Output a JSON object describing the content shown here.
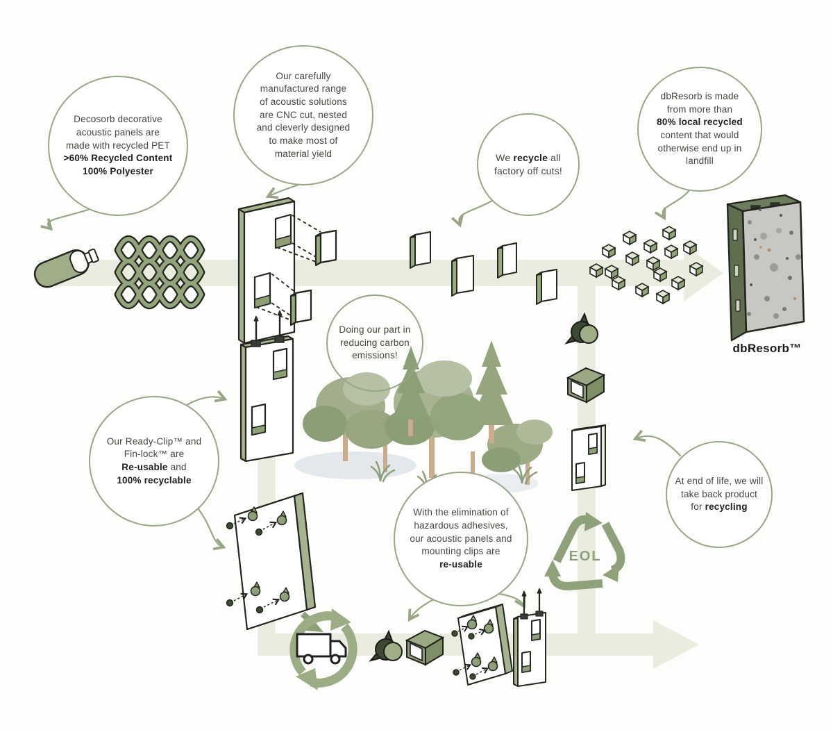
{
  "colors": {
    "accent": "#97a786",
    "band": "#e9ecdf",
    "illustration_green": "#9fae88",
    "dark_green": "#5f6e4e",
    "eol_green": "#8ea17b",
    "ink": "#1e1e1e",
    "text": "#41463e"
  },
  "bubbles": {
    "pet": {
      "lines": [
        [
          {
            "t": "Decosorb decorative"
          }
        ],
        [
          {
            "t": "acoustic panels are"
          }
        ],
        [
          {
            "t": "made with recycled PET"
          }
        ],
        [
          {
            "t": ">60% Recycled Content",
            "b": true
          }
        ],
        [
          {
            "t": "100% Polyester",
            "b": true
          }
        ]
      ]
    },
    "cnc": {
      "lines": [
        [
          {
            "t": "Our carefully"
          }
        ],
        [
          {
            "t": "manufactured range"
          }
        ],
        [
          {
            "t": "of acoustic solutions"
          }
        ],
        [
          {
            "t": "are CNC cut, nested"
          }
        ],
        [
          {
            "t": "and cleverly designed"
          }
        ],
        [
          {
            "t": "to make most of"
          }
        ],
        [
          {
            "t": "material yield"
          }
        ]
      ]
    },
    "offcuts": {
      "lines": [
        [
          {
            "t": "We "
          },
          {
            "t": "recycle",
            "b": true
          },
          {
            "t": " all"
          }
        ],
        [
          {
            "t": "factory off cuts!"
          }
        ]
      ]
    },
    "content": {
      "lines": [
        [
          {
            "t": "dbResorb is made"
          }
        ],
        [
          {
            "t": "from more than"
          }
        ],
        [
          {
            "t": "80% local recycled",
            "b": true
          }
        ],
        [
          {
            "t": "content that would"
          }
        ],
        [
          {
            "t": "otherwise end up in"
          }
        ],
        [
          {
            "t": "landfill"
          }
        ]
      ]
    },
    "carbon": {
      "lines": [
        [
          {
            "t": "Doing our part in"
          }
        ],
        [
          {
            "t": "reducing carbon"
          }
        ],
        [
          {
            "t": "emissions!"
          }
        ]
      ]
    },
    "clips": {
      "lines": [
        [
          {
            "t": "Our Ready-Clip™ and"
          }
        ],
        [
          {
            "t": "Fin-lock™ are"
          }
        ],
        [
          {
            "t": "Re-usable",
            "b": true
          },
          {
            "t": " and"
          }
        ],
        [
          {
            "t": "100% recyclable",
            "b": true
          }
        ]
      ]
    },
    "reusable": {
      "lines": [
        [
          {
            "t": "With the elimination of"
          }
        ],
        [
          {
            "t": "hazardous adhesives,"
          }
        ],
        [
          {
            "t": "our acoustic panels and"
          }
        ],
        [
          {
            "t": "mounting clips are"
          }
        ],
        [
          {
            "t": "re-usable",
            "b": true
          }
        ]
      ]
    },
    "takeback": {
      "lines": [
        [
          {
            "t": "At end of life, we will"
          }
        ],
        [
          {
            "t": "take back product"
          }
        ],
        [
          {
            "t": "for "
          },
          {
            "t": "recycling",
            "b": true
          }
        ]
      ]
    }
  },
  "labels": {
    "product": "dbResorb™",
    "eol": "EOL"
  },
  "icons": {
    "bottle": "plastic-bottle",
    "mesh": "pet-fiber-mesh",
    "truck": "delivery-truck-in-recycle-loop",
    "eol_symbol": "recycle-triangle",
    "ready_clip": "mounting-clip",
    "fin_lock": "fin-lock-bracket",
    "granulate": "recycled-granulate-cubes",
    "forest": "trees"
  }
}
